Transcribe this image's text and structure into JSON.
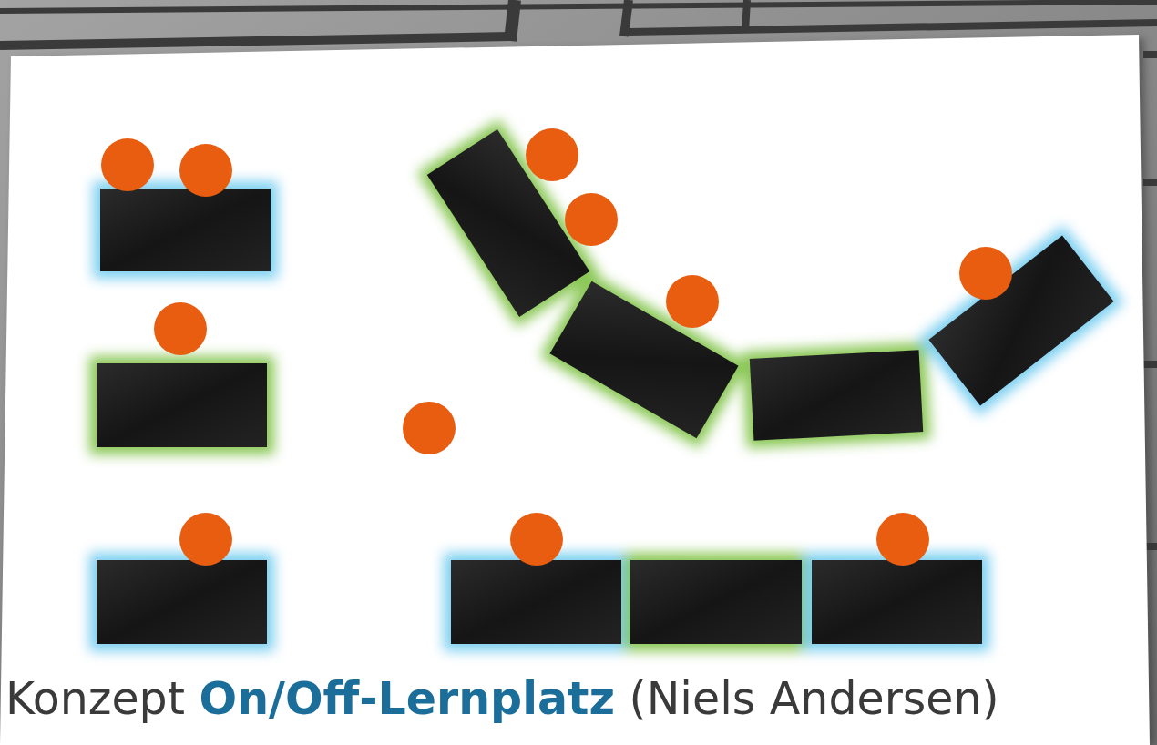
{
  "diagram": {
    "labels": [
      "Konzept",
      "On/Off-Lernplatz",
      "(Niels Andersen)"
    ]
  }
}
